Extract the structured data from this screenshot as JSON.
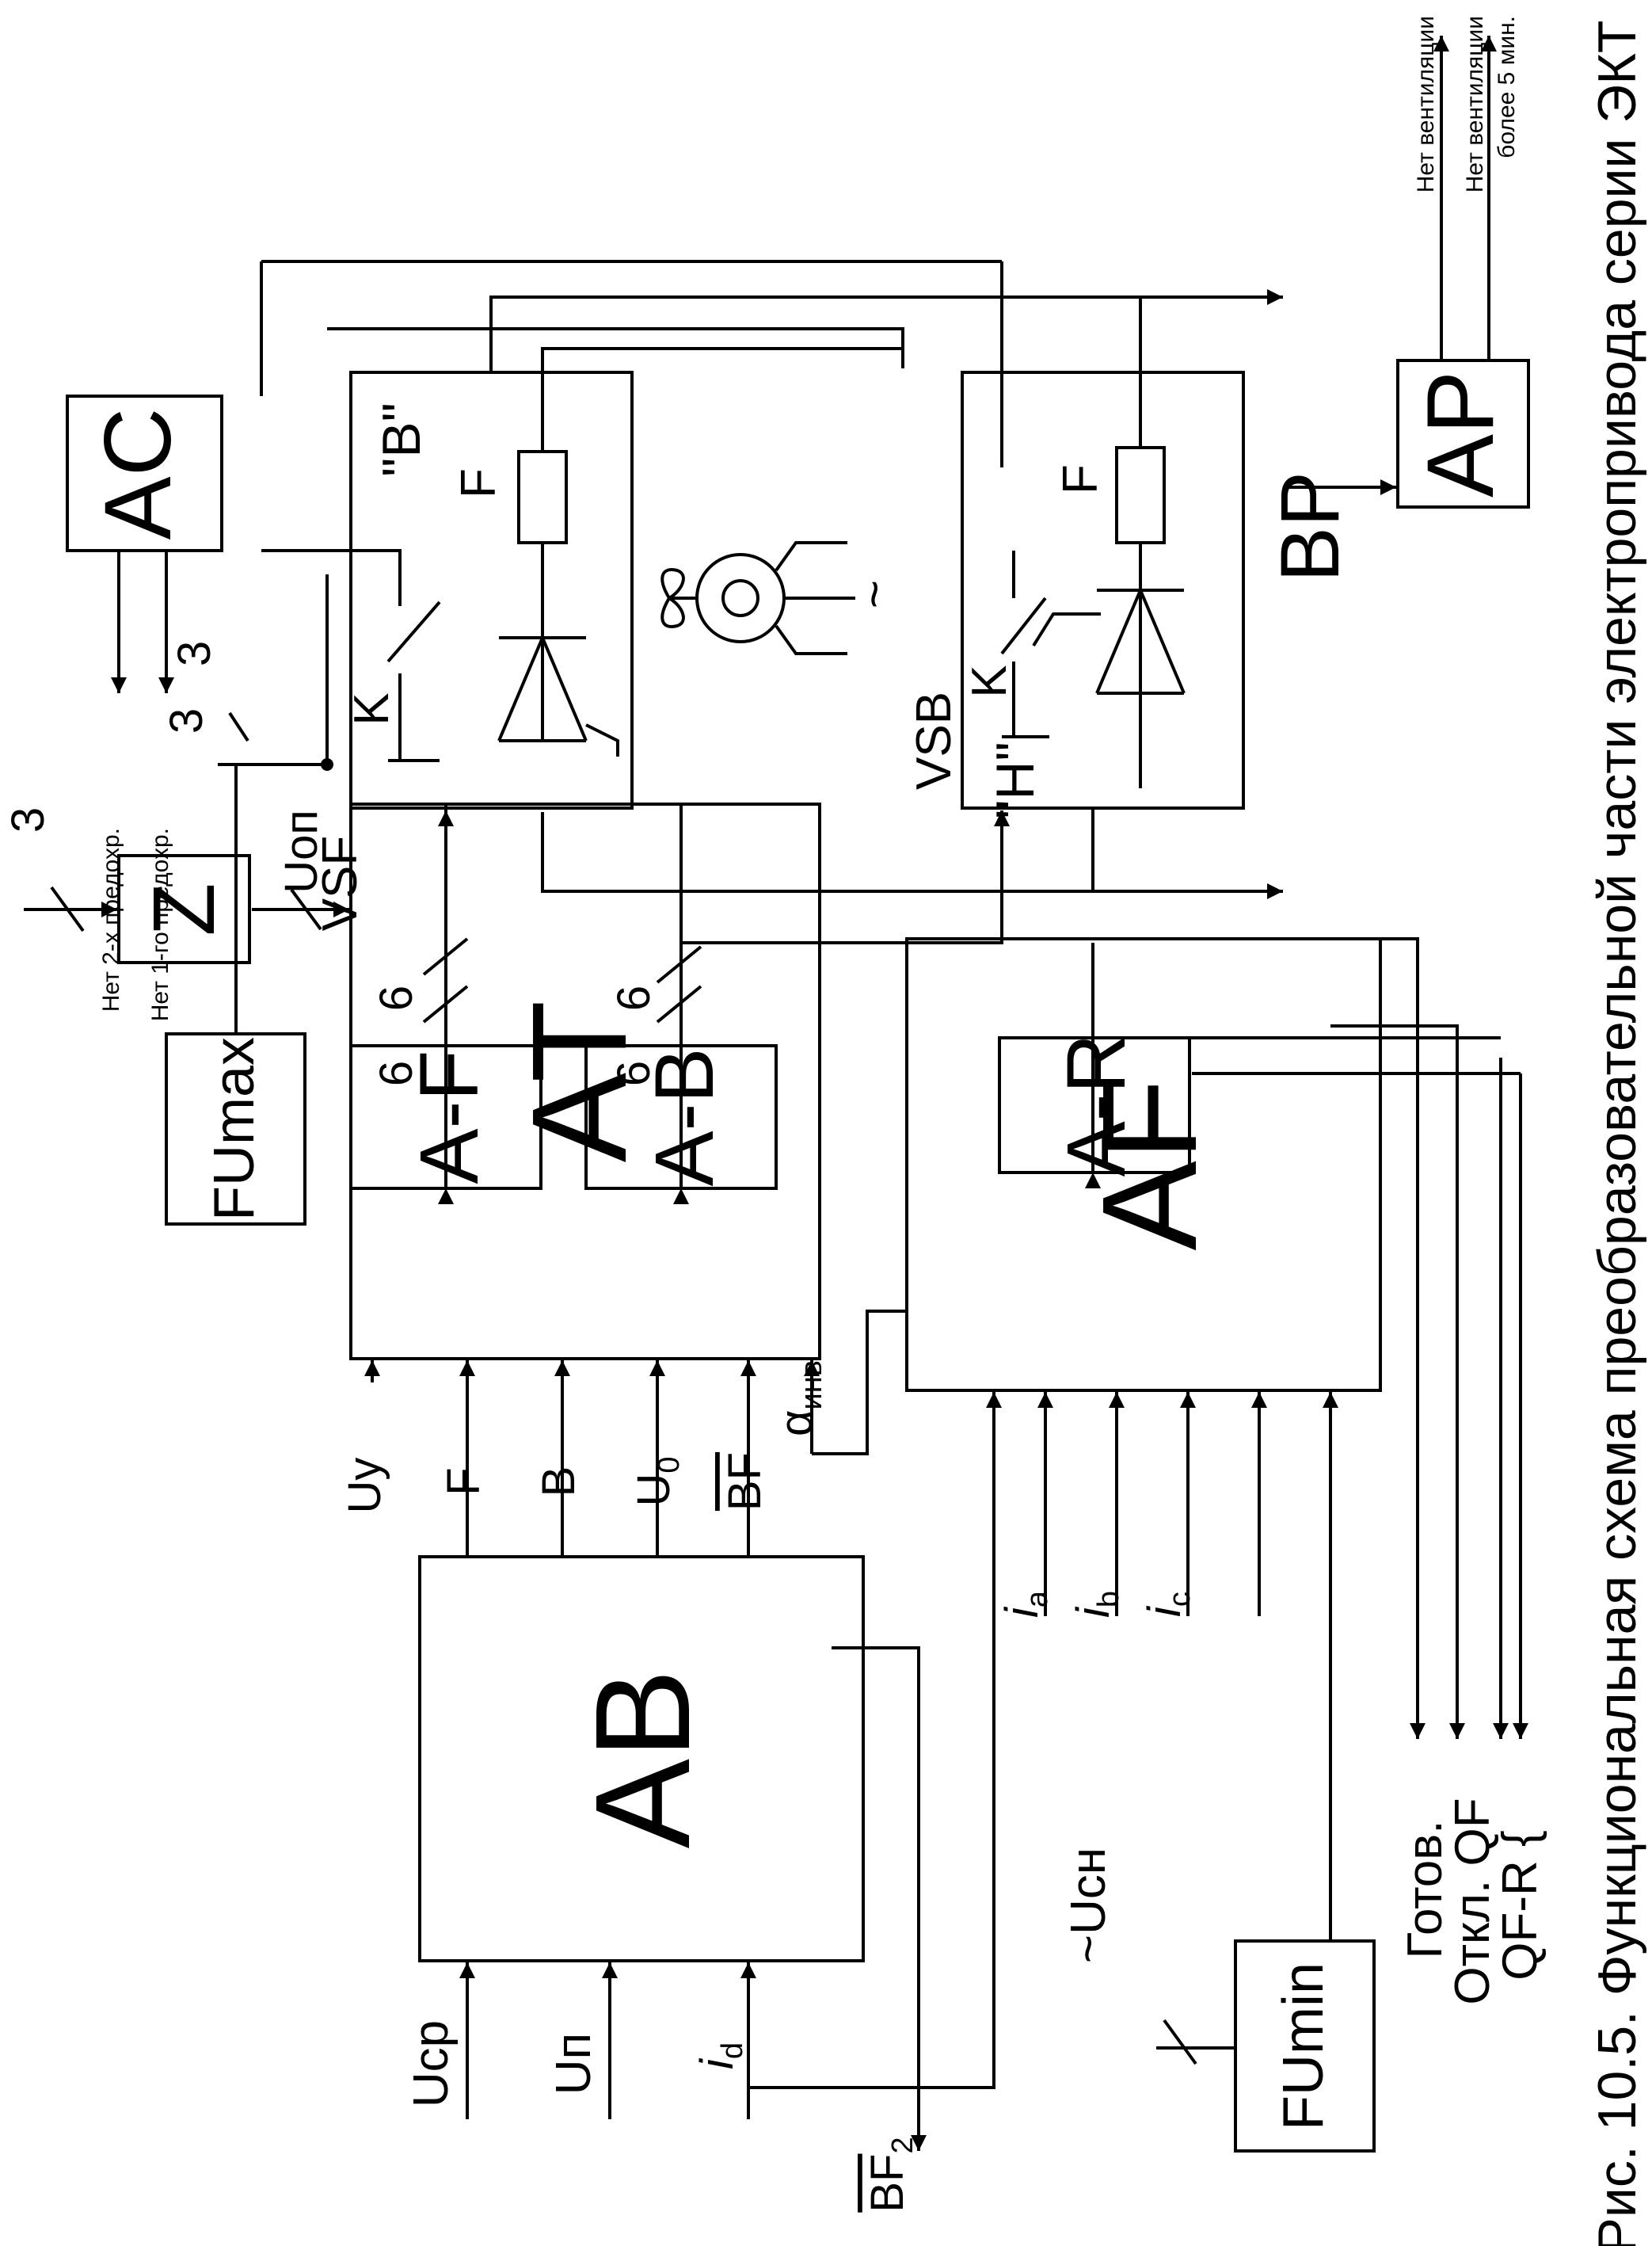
{
  "caption": "Рис. 10.5. Функциональная схема преобразовательной части электропривода серии ЭКТ",
  "blocks": {
    "ac": "AC",
    "z": "Z",
    "at": "AT",
    "ab": "AB",
    "af": "AF",
    "a_f": "A-F",
    "a_b": "A-B",
    "a_r": "A-R",
    "ap": "AP",
    "fu_max": "FUmax",
    "fu_min": "FUmin"
  },
  "thyristor_groups": {
    "vsf": "VSF",
    "vsb": "VSB",
    "forward_mark": "\"B\"",
    "backward_mark": "\"H\"",
    "contact": "K",
    "fuse": "F"
  },
  "signals": {
    "u_sr": "Ucp",
    "u_p": "Uп",
    "i_d": "i",
    "i_d_sub": "d",
    "bf2": "BF",
    "bf2_sub": "2",
    "u_y": "Uy",
    "f": "F",
    "b": "B",
    "u0": "U",
    "u0_sub": "0",
    "bf": "BF",
    "u_op": "Uоп",
    "alpha": "α",
    "alpha_sub": "инв",
    "i_a": "i",
    "i_a_sub": "a",
    "i_b": "i",
    "i_b_sub": "b",
    "i_c": "i",
    "i_c_sub": "c",
    "u_sn": "~Uсн",
    "bp": "BP",
    "tilde": "~"
  },
  "counts": {
    "three_z": "3",
    "six_at_af": "6",
    "six_at_ab": "6",
    "six_af_vsf": "6",
    "six_ab_vsb": "6",
    "three_phase": "3",
    "three_fuse": "3"
  },
  "outputs": {
    "no_fuse_2": "Нет 2-х предохр.",
    "no_fuse_1": "Нет 1-го предохр.",
    "no_vent": "Нет вентиляции",
    "no_vent_5a": "Нет вентиляции",
    "no_vent_5b": "более 5 мин.",
    "ready": "Готов.",
    "qf_off": "Откл. QF",
    "qf_r": "QF-R {"
  }
}
